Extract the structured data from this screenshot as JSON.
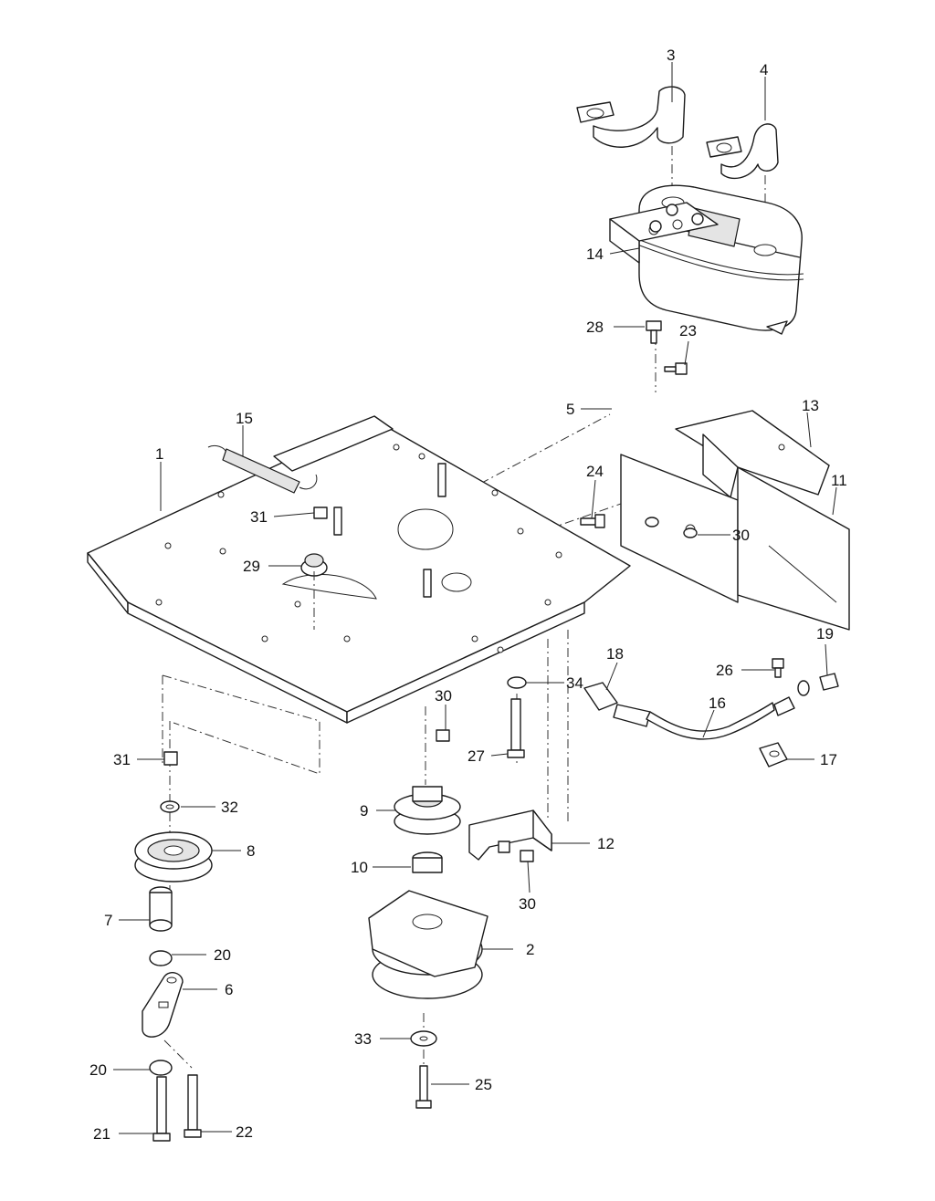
{
  "diagram": {
    "callouts": [
      {
        "id": "c1",
        "label": "1"
      },
      {
        "id": "c2",
        "label": "2"
      },
      {
        "id": "c3",
        "label": "3"
      },
      {
        "id": "c4",
        "label": "4"
      },
      {
        "id": "c5",
        "label": "5"
      },
      {
        "id": "c6",
        "label": "6"
      },
      {
        "id": "c7",
        "label": "7"
      },
      {
        "id": "c8",
        "label": "8"
      },
      {
        "id": "c9",
        "label": "9"
      },
      {
        "id": "c10",
        "label": "10"
      },
      {
        "id": "c11",
        "label": "11"
      },
      {
        "id": "c12",
        "label": "12"
      },
      {
        "id": "c13",
        "label": "13"
      },
      {
        "id": "c14",
        "label": "14"
      },
      {
        "id": "c15",
        "label": "15"
      },
      {
        "id": "c16",
        "label": "16"
      },
      {
        "id": "c17",
        "label": "17"
      },
      {
        "id": "c18",
        "label": "18"
      },
      {
        "id": "c19",
        "label": "19"
      },
      {
        "id": "c20a",
        "label": "20"
      },
      {
        "id": "c20b",
        "label": "20"
      },
      {
        "id": "c21",
        "label": "21"
      },
      {
        "id": "c22",
        "label": "22"
      },
      {
        "id": "c23",
        "label": "23"
      },
      {
        "id": "c24",
        "label": "24"
      },
      {
        "id": "c25",
        "label": "25"
      },
      {
        "id": "c26",
        "label": "26"
      },
      {
        "id": "c27",
        "label": "27"
      },
      {
        "id": "c28",
        "label": "28"
      },
      {
        "id": "c29",
        "label": "29"
      },
      {
        "id": "c30a",
        "label": "30"
      },
      {
        "id": "c30b",
        "label": "30"
      },
      {
        "id": "c30c",
        "label": "30"
      },
      {
        "id": "c31a",
        "label": "31"
      },
      {
        "id": "c31b",
        "label": "31"
      },
      {
        "id": "c32",
        "label": "32"
      },
      {
        "id": "c33",
        "label": "33"
      },
      {
        "id": "c34",
        "label": "34"
      }
    ]
  }
}
